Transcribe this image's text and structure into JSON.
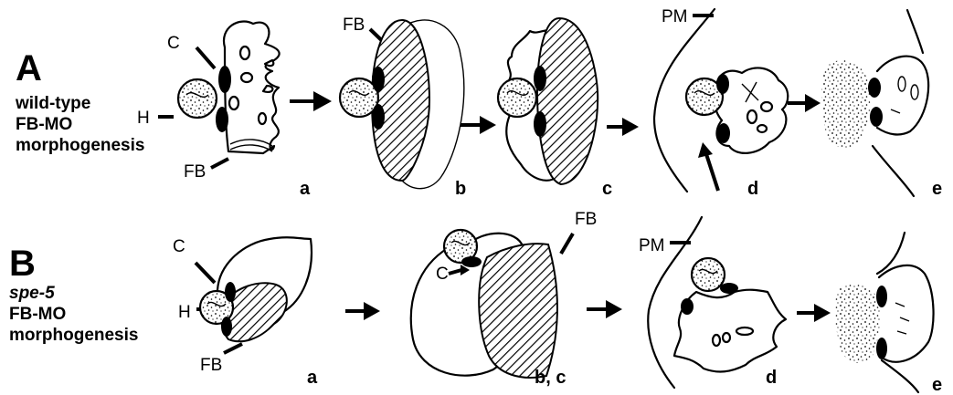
{
  "panels": [
    {
      "letter": "A",
      "caption": [
        "wild-type",
        "FB-MO",
        "morphogenesis"
      ],
      "caption_italic_first": false,
      "callouts": {
        "C": "C",
        "H": "H",
        "FB_a": "FB",
        "FB_b": "FB",
        "PM": "PM"
      },
      "steps": [
        "a",
        "b",
        "c",
        "d",
        "e"
      ]
    },
    {
      "letter": "B",
      "caption": [
        "spe-5",
        "FB-MO",
        "morphogenesis"
      ],
      "caption_italic_first": true,
      "callouts": {
        "C_a": "C",
        "H": "H",
        "FB_a": "FB",
        "C_bc": "C",
        "FB_bc": "FB",
        "PM": "PM"
      },
      "steps": [
        "a",
        "b, c",
        "d",
        "e"
      ]
    }
  ]
}
